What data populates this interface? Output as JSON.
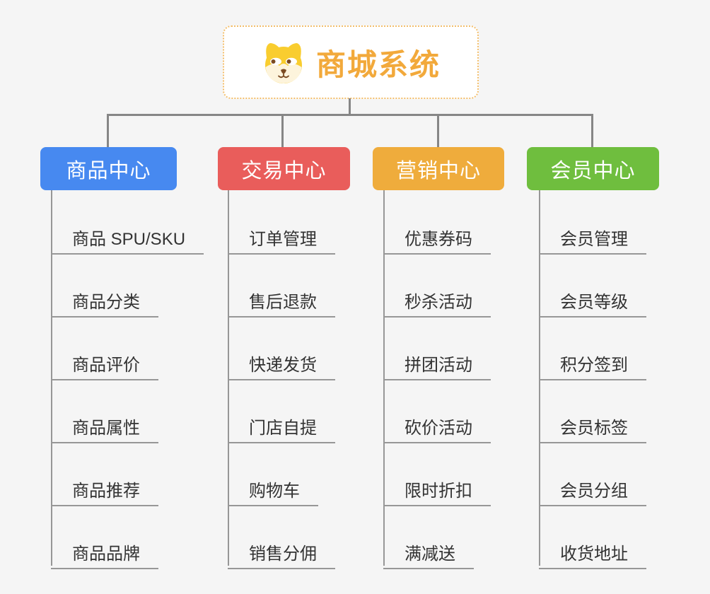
{
  "root": {
    "title": "商城系统",
    "icon": "dog-face-icon"
  },
  "branches": [
    {
      "label": "商品中心",
      "color": "#4789f0",
      "items": [
        "商品 SPU/SKU",
        "商品分类",
        "商品评价",
        "商品属性",
        "商品推荐",
        "商品品牌"
      ]
    },
    {
      "label": "交易中心",
      "color": "#e95d5b",
      "items": [
        "订单管理",
        "售后退款",
        "快递发货",
        "门店自提",
        "购物车",
        "销售分佣"
      ]
    },
    {
      "label": "营销中心",
      "color": "#efac3c",
      "items": [
        "优惠券码",
        "秒杀活动",
        "拼团活动",
        "砍价活动",
        "限时折扣",
        "满减送"
      ]
    },
    {
      "label": "会员中心",
      "color": "#6fbe3e",
      "items": [
        "会员管理",
        "会员等级",
        "积分签到",
        "会员标签",
        "会员分组",
        "收货地址"
      ]
    }
  ],
  "colors": {
    "root_accent": "#f2a93b",
    "root_border": "#f3be6b",
    "connector": "#868686",
    "leaf_line": "#979797",
    "leaf_text": "#333333",
    "background": "#f5f5f5"
  }
}
